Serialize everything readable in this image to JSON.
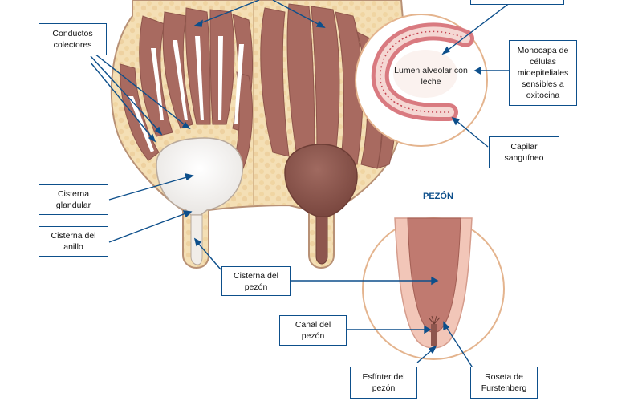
{
  "labels": {
    "conductos": "Conductos colectores",
    "cisterna_glandular": "Cisterna glandular",
    "cisterna_anillo": "Cisterna del anillo",
    "cisterna_pezon": "Cisterna del pezón",
    "monocapa": "Monocapa de células mioepiteliales sensibles a oxitocina",
    "lumen": "Lumen alveolar con leche",
    "capilar": "Capilar sanguíneo",
    "pezon_title": "PEZÓN",
    "canal": "Canal del pezón",
    "esfinter": "Esfínter del pezón",
    "roseta": "Roseta de Furstenberg"
  },
  "colors": {
    "accent": "#0d4f8b",
    "tissue_fat": "#f4dfb5",
    "lobe": "#a86a60",
    "lobe_dark": "#8e544b",
    "outline": "#b08a74",
    "cistern_milk": "#f7f5f2",
    "teat_skin": "#f2c6b8",
    "teat_canal": "#b56e65"
  }
}
